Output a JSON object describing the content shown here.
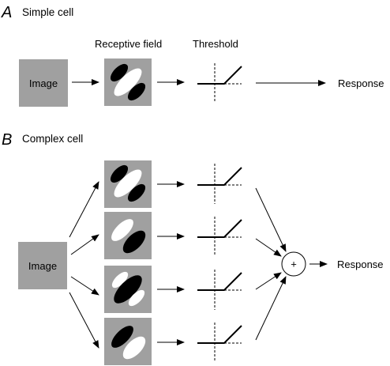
{
  "panel_a": {
    "letter": "A",
    "title": "Simple cell",
    "header_receptive_field": "Receptive field",
    "header_threshold": "Threshold",
    "input_label": "Image",
    "output_label": "Response"
  },
  "panel_b": {
    "letter": "B",
    "title": "Complex cell",
    "input_label": "Image",
    "sum_symbol": "+",
    "output_label": "Response"
  },
  "colors": {
    "gray": "#a0a0a0",
    "black": "#000000",
    "white": "#ffffff"
  }
}
